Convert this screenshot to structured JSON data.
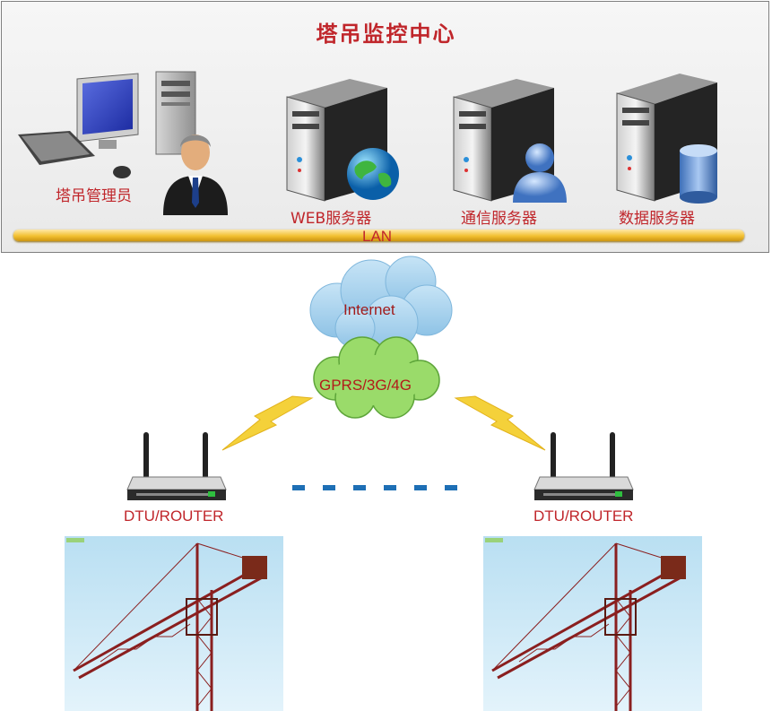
{
  "header": {
    "title": "塔吊监控中心"
  },
  "nodes": {
    "admin": "塔吊管理员",
    "web_server": "WEB服务器",
    "comm_server": "通信服务器",
    "data_server": "数据服务器",
    "lan": "LAN"
  },
  "network": {
    "internet": "Internet",
    "mobile": "GPRS/3G/4G"
  },
  "devices": {
    "left_router": "DTU/ROUTER",
    "right_router": "DTU/ROUTER"
  },
  "colors": {
    "label_red": "#c0262b",
    "lan_gold": "#f2c032",
    "dots_blue": "#1e6fb5"
  },
  "icons": [
    "desktop-computer-icon",
    "person-icon",
    "server-icon",
    "globe-icon",
    "user-icon",
    "database-icon",
    "cloud-icon",
    "lightning-icon",
    "router-icon",
    "tower-crane-photo"
  ]
}
